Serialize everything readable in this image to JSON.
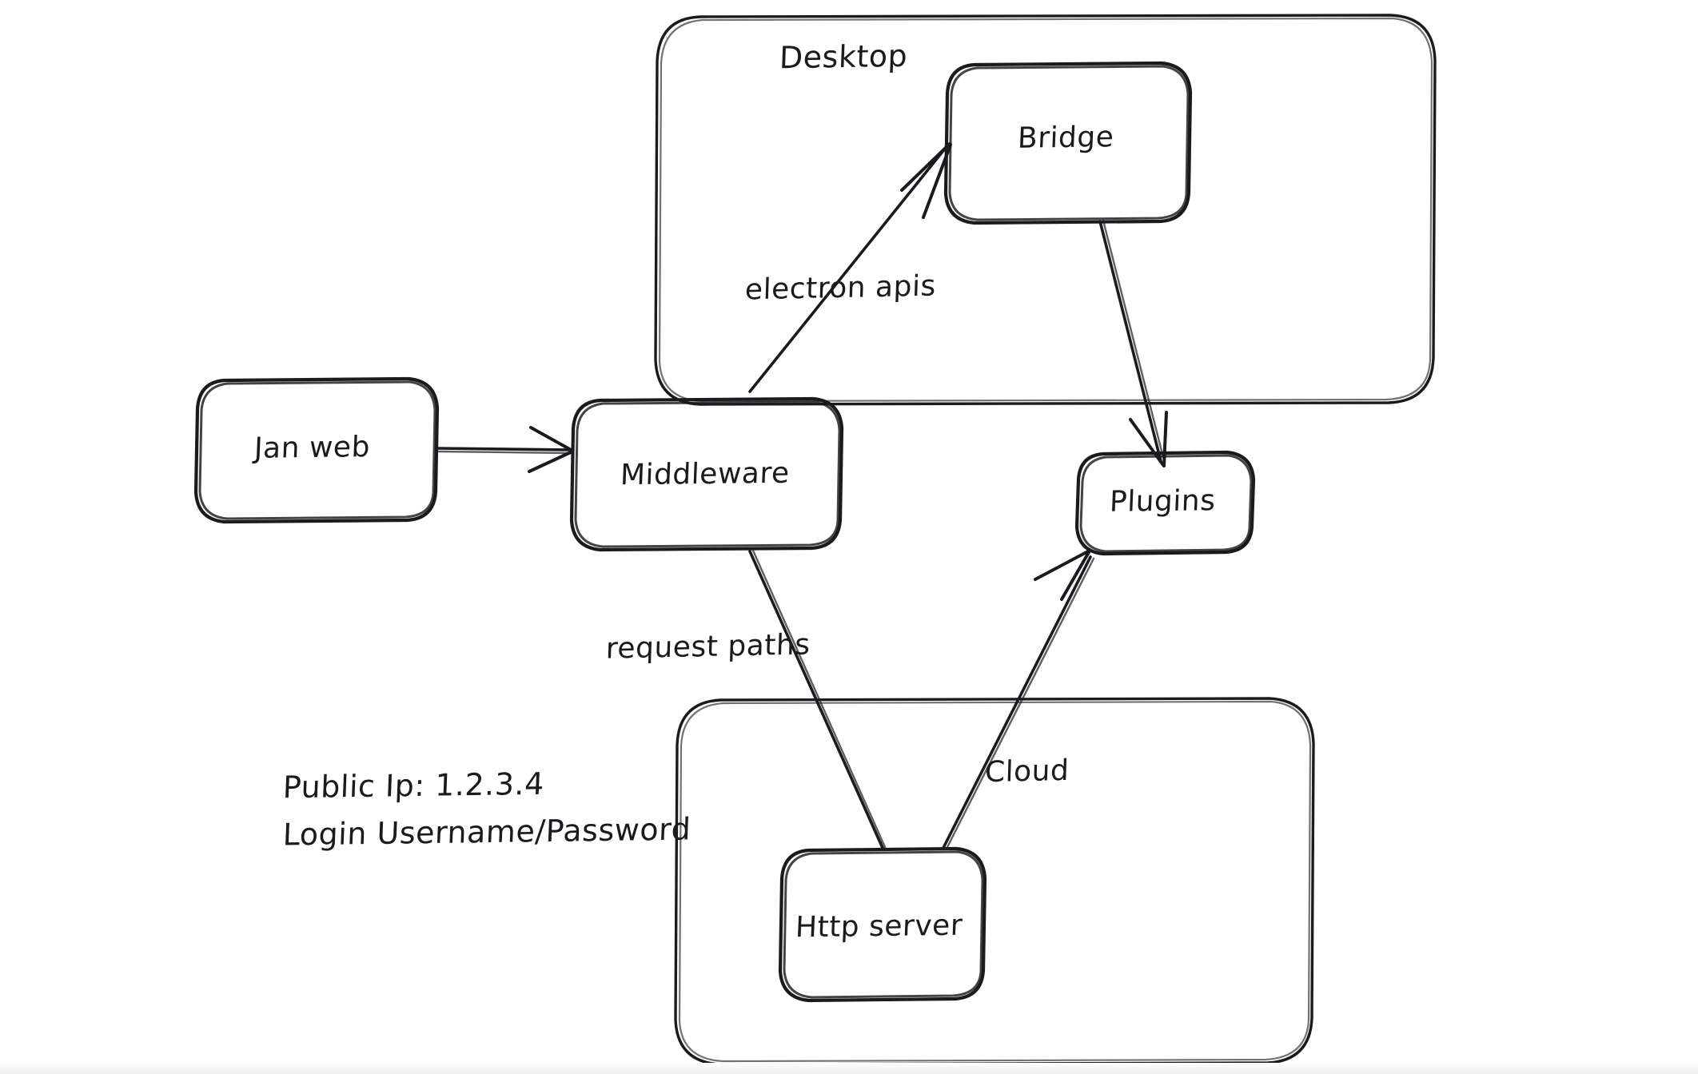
{
  "diagram": {
    "title": "Jan application architecture sketch",
    "style": "hand-drawn",
    "background_color": "#ffffff",
    "stroke_color": "#1b1b1f",
    "groups": [
      {
        "id": "desktop",
        "label": "Desktop",
        "label_position": "top-center"
      },
      {
        "id": "cloud-group",
        "label": "",
        "label_position": "none"
      }
    ],
    "nodes": [
      {
        "id": "jan-web",
        "label": "Jan web"
      },
      {
        "id": "middleware",
        "label": "Middleware"
      },
      {
        "id": "bridge",
        "label": "Bridge"
      },
      {
        "id": "plugins",
        "label": "Plugins"
      },
      {
        "id": "http-server",
        "label": "Http server"
      }
    ],
    "edges": [
      {
        "id": "jan-web-to-middleware",
        "from": "Jan web",
        "to": "Middleware",
        "label": ""
      },
      {
        "id": "middleware-to-bridge",
        "from": "Middleware",
        "to": "Bridge",
        "label": "electron apis"
      },
      {
        "id": "bridge-to-plugins",
        "from": "Bridge",
        "to": "Plugins",
        "label": ""
      },
      {
        "id": "middleware-to-http",
        "from": "Middleware",
        "to": "Http server",
        "label": "request paths"
      },
      {
        "id": "http-to-plugins",
        "from": "Http server",
        "to": "Plugins",
        "label": "Cloud"
      }
    ],
    "notes": {
      "line1": "Public Ip: 1.2.3.4",
      "line2": "Login Username/Password"
    }
  }
}
